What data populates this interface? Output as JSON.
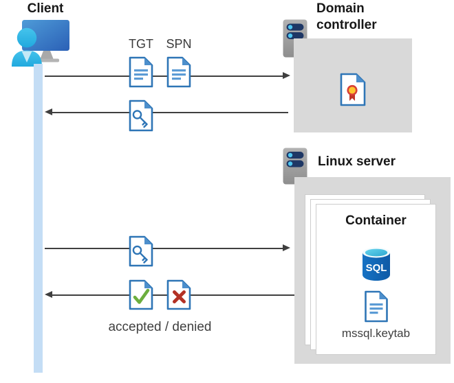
{
  "diagram": {
    "client": {
      "label": "Client"
    },
    "domain_controller": {
      "label": "Domain controller"
    },
    "linux_server": {
      "label": "Linux server"
    },
    "container": {
      "label": "Container",
      "sql_label": "SQL",
      "keytab_label": "mssql.keytab"
    },
    "messages": {
      "tgt": "TGT",
      "spn": "SPN",
      "accepted_denied": "accepted / denied"
    },
    "colors": {
      "doc_blue": "#2e75b6",
      "doc_line_blue": "#5b9bd5",
      "fold_blue": "#4d8fcc",
      "server_navy": "#1e3765",
      "accent_cyan": "#4ec6f0",
      "box_gray": "#d9d9d9",
      "lifeline_blue": "#c4ddf5",
      "check_green": "#6cae3e",
      "deny_red": "#b33125",
      "cert_gold": "#ffc52f",
      "cert_red": "#c13528",
      "sql_blue": "#1365b4",
      "arrow_gray": "#3f3f3f"
    }
  }
}
